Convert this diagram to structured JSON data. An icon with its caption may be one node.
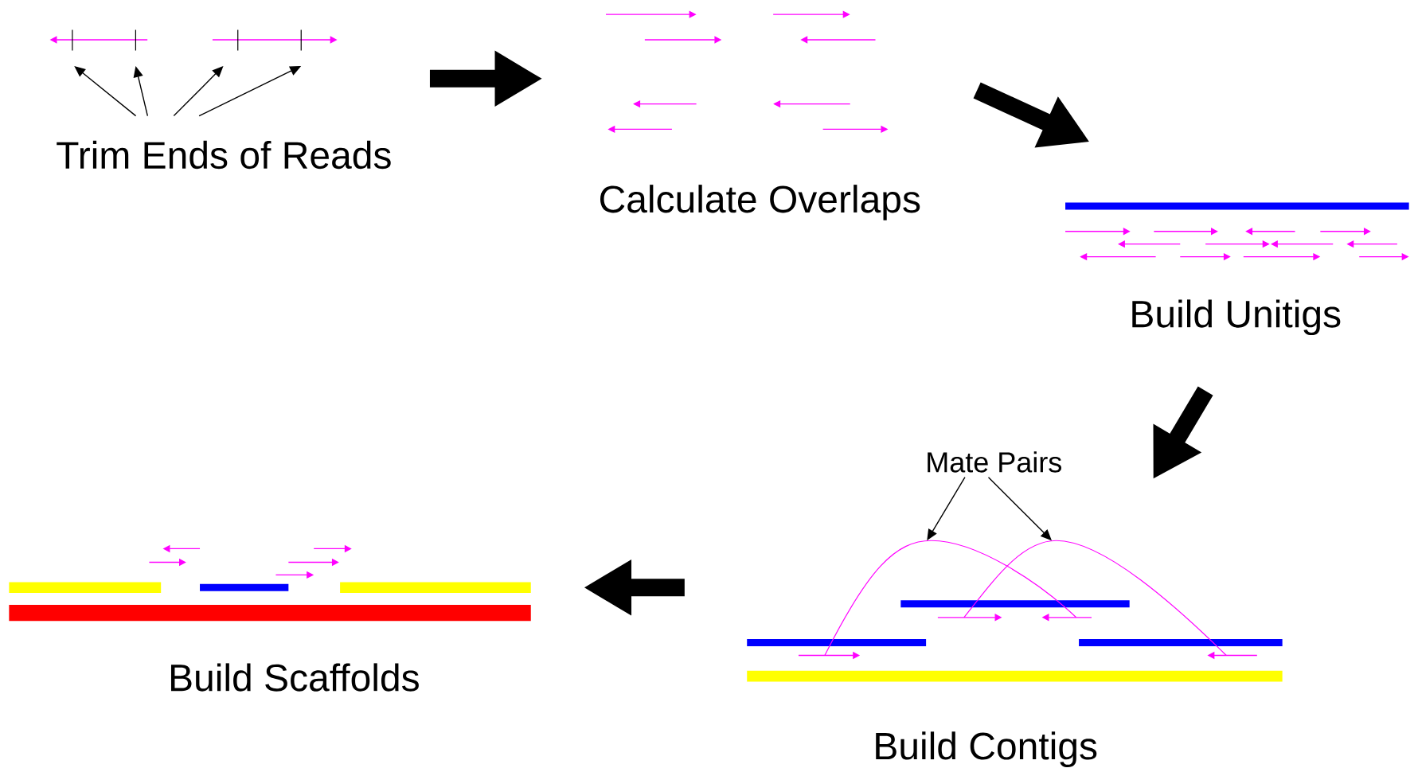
{
  "diagram": {
    "nodes": [
      {
        "text": [
          "Trim Ends of Reads"
        ]
      },
      {
        "text": [
          "Calculate Overlaps"
        ]
      },
      {
        "text": [
          "Build Unitigs"
        ]
      },
      {
        "text": [
          "Build Contigs"
        ]
      },
      {
        "text": [
          "Mate Pairs"
        ]
      },
      {
        "text": [
          "Build Scaffolds"
        ]
      }
    ],
    "edges": [
      {
        "from": 0,
        "to": 1,
        "arrow": "to",
        "style": "thick"
      },
      {
        "from": 1,
        "to": 2,
        "arrow": "to",
        "style": "thick"
      },
      {
        "from": 2,
        "to": 3,
        "arrow": "to",
        "style": "thick"
      },
      {
        "from": 3,
        "to": 5,
        "arrow": "to",
        "style": "thick"
      },
      {
        "from": 0,
        "to": null,
        "arrow": "to"
      },
      {
        "from": 0,
        "to": null,
        "arrow": "to"
      },
      {
        "from": 0,
        "to": null,
        "arrow": "to"
      },
      {
        "from": 0,
        "to": null,
        "arrow": "to"
      },
      {
        "from": 4,
        "to": 3,
        "arrow": "to"
      },
      {
        "from": 4,
        "to": 3,
        "arrow": "to"
      }
    ]
  }
}
